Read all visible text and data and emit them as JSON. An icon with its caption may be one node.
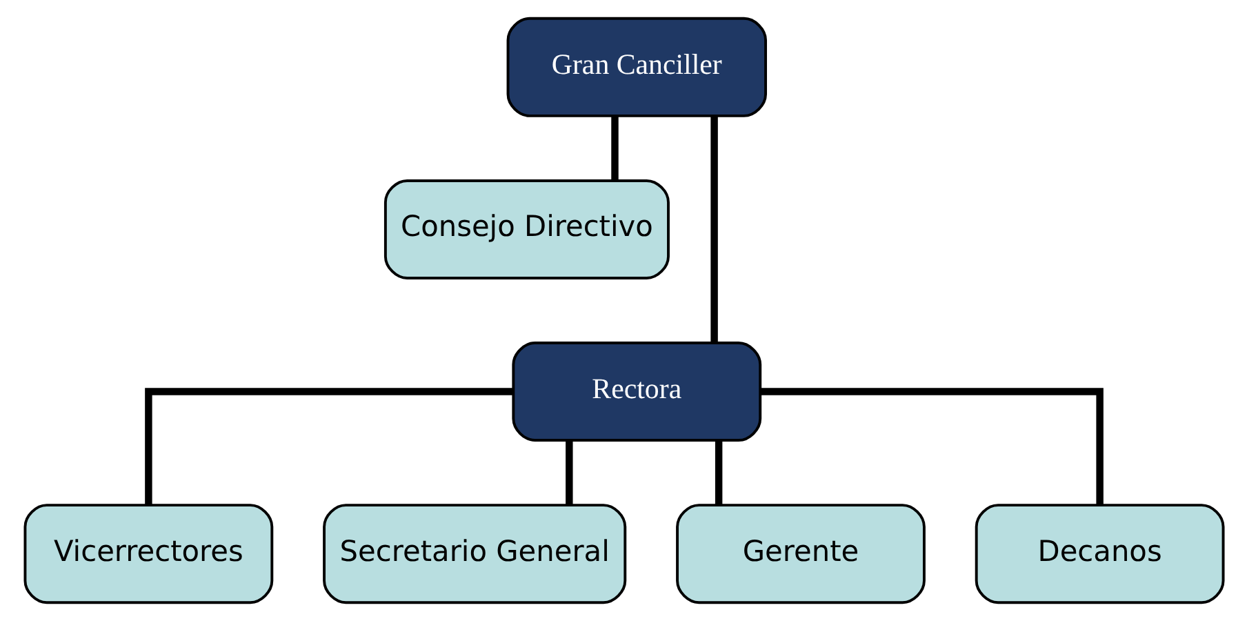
{
  "diagram": {
    "nodes": [
      {
        "text": [
          "Gran Canciller"
        ]
      },
      {
        "text": [
          "Consejo Directivo"
        ]
      },
      {
        "text": [
          "Rectora"
        ]
      },
      {
        "text": [
          "Vicerrectores"
        ]
      },
      {
        "text": [
          "Secretario General"
        ]
      },
      {
        "text": [
          "Gerente"
        ]
      },
      {
        "text": [
          "Decanos"
        ]
      }
    ],
    "edges": [
      {
        "from": 0,
        "to": 2,
        "arrow": "none"
      },
      {
        "from": 1,
        "to": 0,
        "arrow": "none"
      },
      {
        "from": 2,
        "to": 3,
        "arrow": "none"
      },
      {
        "from": 2,
        "to": 4,
        "arrow": "none"
      },
      {
        "from": 2,
        "to": 5,
        "arrow": "none"
      },
      {
        "from": 2,
        "to": 6,
        "arrow": "none"
      }
    ]
  }
}
